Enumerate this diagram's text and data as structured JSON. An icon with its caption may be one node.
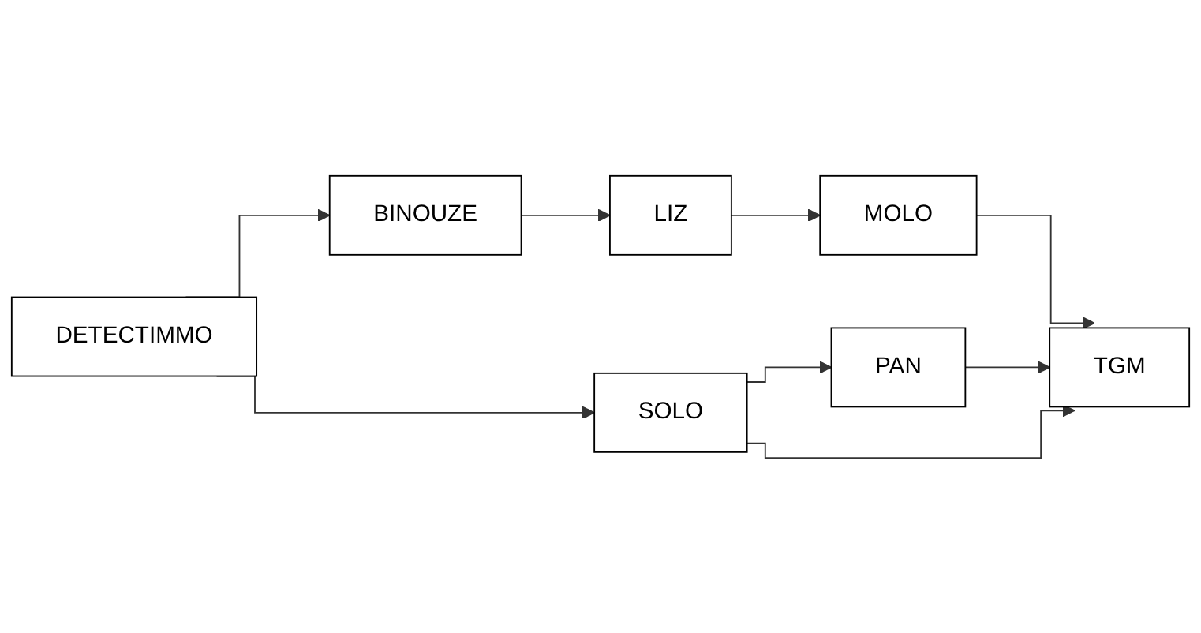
{
  "diagram": {
    "nodes": [
      {
        "text": [
          "DETECTIMMO"
        ]
      },
      {
        "text": [
          "BINOUZE"
        ]
      },
      {
        "text": [
          "LIZ"
        ]
      },
      {
        "text": [
          "MOLO"
        ]
      },
      {
        "text": [
          "PAN"
        ]
      },
      {
        "text": [
          "TGM"
        ]
      },
      {
        "text": [
          "SOLO"
        ]
      }
    ],
    "edges": [
      {
        "from": 0,
        "to": 1,
        "arrow": "to"
      },
      {
        "from": 1,
        "to": 2,
        "arrow": "to"
      },
      {
        "from": 2,
        "to": 3,
        "arrow": "to"
      },
      {
        "from": 3,
        "to": 5,
        "arrow": "to"
      },
      {
        "from": 0,
        "to": 6,
        "arrow": "to"
      },
      {
        "from": 6,
        "to": 4,
        "arrow": "to"
      },
      {
        "from": 4,
        "to": 5,
        "arrow": "to"
      },
      {
        "from": 6,
        "to": 5,
        "arrow": "to"
      }
    ]
  }
}
